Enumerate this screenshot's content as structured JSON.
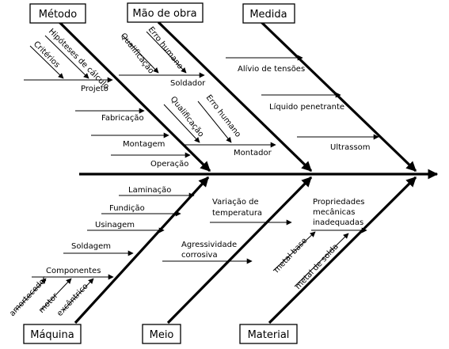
{
  "categories": {
    "metodo": "Método",
    "mao_de_obra": "Mão de obra",
    "medida": "Medida",
    "maquina": "Máquina",
    "meio": "Meio",
    "material": "Material"
  },
  "causes": {
    "hipoteses_calculo": "Hipóteses de cálculo",
    "criterios": "Critérios",
    "projeto": "Projeto",
    "fabricacao": "Fabricação",
    "montagem": "Montagem",
    "operacao": "Operação",
    "qualificacao_1": "Qualificação",
    "erro_humano_1": "Erro humano",
    "soldador": "Soldador",
    "qualificacao_2": "Qualificação",
    "erro_humano_2": "Erro humano",
    "montador": "Montador",
    "alivio_tensoes": "Alívio de tensões",
    "liquido_penetrante": "Líquido penetrante",
    "ultrassom": "Ultrassom",
    "laminacao": "Laminação",
    "fundicao": "Fundição",
    "usinagem": "Usinagem",
    "soldagem": "Soldagem",
    "componentes": "Componentes",
    "amortecedor": "amortecedor",
    "motor": "motor",
    "excentrico": "excêntrico",
    "variacao_temperatura_1": "Variação de",
    "variacao_temperatura_2": "temperatura",
    "agressividade_1": "Agressividade",
    "agressividade_2": "corrosiva",
    "propriedades_1": "Propriedades",
    "propriedades_2": "mecânicas",
    "propriedades_3": "inadequadas",
    "metal_base": "metal base",
    "metal_solda": "metal de solda"
  }
}
